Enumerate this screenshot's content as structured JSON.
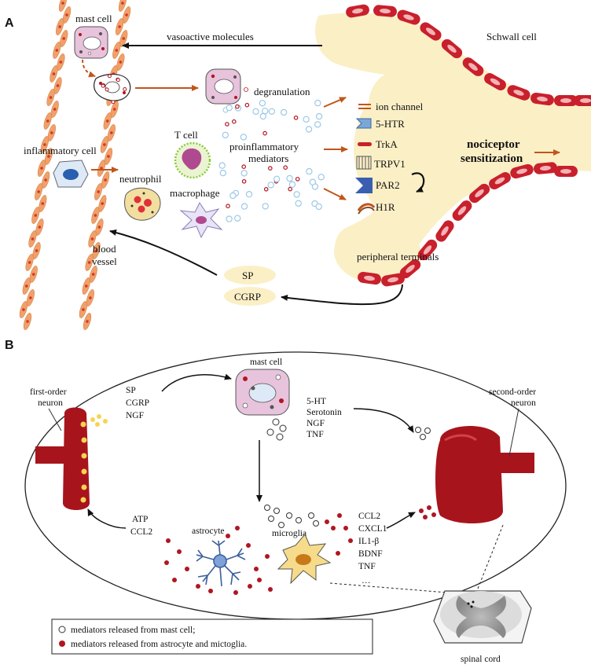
{
  "panel_a": {
    "letter": "A",
    "mast_cell": "mast cell",
    "vasoactive": "vasoactive molecules",
    "schwann": "Schwall cell",
    "degranulation": "degranulation",
    "inflammatory_cell": "inflammatory cell",
    "t_cell": "T cell",
    "neutrophil": "neutrophil",
    "macrophage": "macrophage",
    "proinflammatory_1": "proinflammatory",
    "proinflammatory_2": "mediators",
    "receptors": [
      "ion channel",
      "5-HTR",
      "TrkA",
      "TRPV1",
      "PAR2",
      "H1R"
    ],
    "sensitization_1": "nociceptor",
    "sensitization_2": "sensitization",
    "peripheral_terminals": "peripheral terminals",
    "blood_1": "blood",
    "blood_2": "vessel",
    "sp": "SP",
    "cgrp": "CGRP"
  },
  "panel_b": {
    "letter": "B",
    "first_order_1": "first-order",
    "first_order_2": "neuron",
    "neuro_mediators": [
      "SP",
      "CGRP",
      "NGF"
    ],
    "mast_cell": "mast cell",
    "mast_mediators": [
      "5-HT",
      "Serotonin",
      "NGF",
      "TNF"
    ],
    "second_order_1": "second-order",
    "second_order_2": "neuron",
    "atp_ccl2": [
      "ATP",
      "CCL2"
    ],
    "astrocyte": "astrocyte",
    "microglia": "microglia",
    "glial_mediators": [
      "CCL2",
      "CXCL1",
      "IL1-β",
      "BDNF",
      "TNF",
      "…"
    ],
    "legend_white": "mediators released from mast cell;",
    "legend_red": "mediators released from astrocyte and mictoglia.",
    "spinal_cord": "spinal cord"
  },
  "colors": {
    "vessel": "#f0a06a",
    "vessel_nucleus": "#d43b2a",
    "nerve": "#fbefc6",
    "myelin": "#c8202c",
    "arrow_orange": "#c0561b",
    "neuron_red": "#a8141c",
    "mast_pink": "#e7c3dc",
    "mediator_blue": "#9cc8e6",
    "mediator_red": "#b01621"
  },
  "icons": [
    "mast-cell-icon",
    "t-cell-icon",
    "neutrophil-icon",
    "macrophage-icon",
    "inflammatory-cell-icon",
    "astrocyte-icon",
    "microglia-icon",
    "spinal-cord-icon"
  ]
}
